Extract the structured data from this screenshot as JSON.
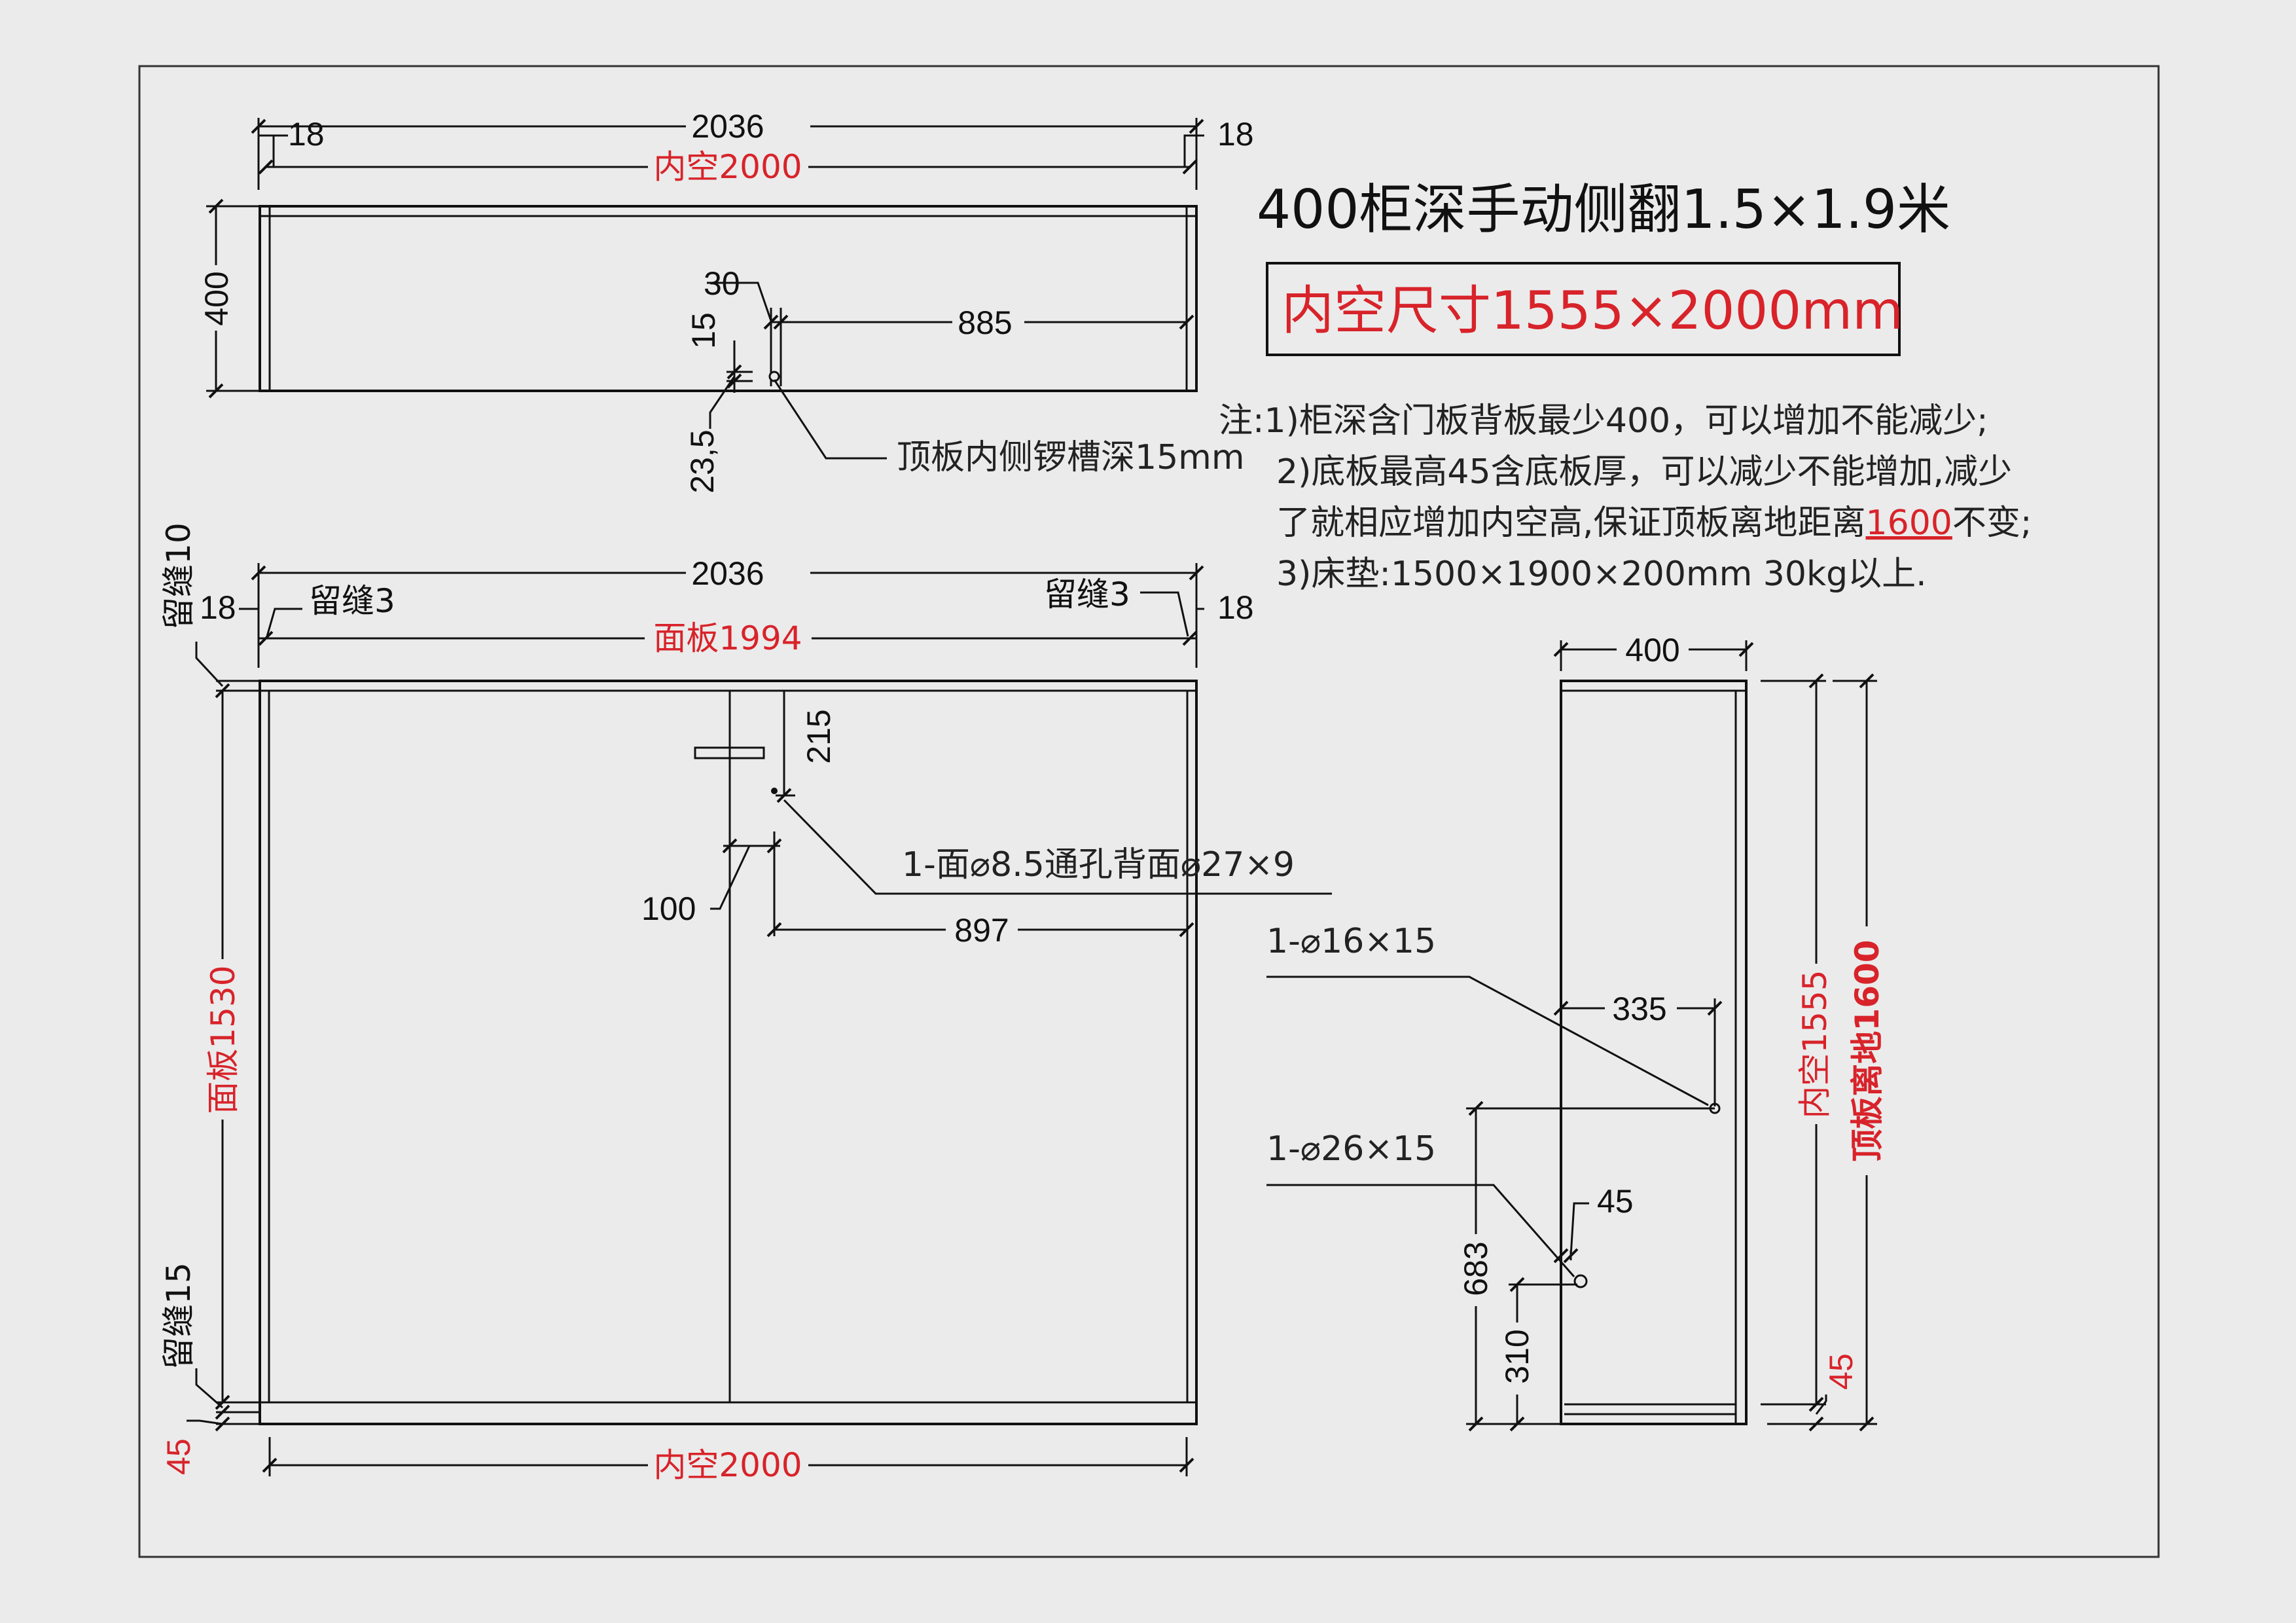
{
  "title": "400柜深手动侧翻1.5×1.9米",
  "subtitle": "内空尺寸1555×2000mm",
  "notes": {
    "line1": "注:1)柜深含门板背板最少400，可以增加不能减少;",
    "line2": "2)底板最高45含底板厚，可以减少不能增加,减少",
    "line3_prefix": "了就相应增加内空高,保证顶板离地距离",
    "line3_highlight": "1600",
    "line3_suffix": "不变;",
    "line4": "3)床垫:1500×1900×200mm   30kg以上."
  },
  "top_view": {
    "total_width": "2036",
    "left_side": "18",
    "right_side": "18",
    "inner_width": "内空2000",
    "depth": "400",
    "dim_30": "30",
    "dim_885": "885",
    "dim_15": "15",
    "dim_23_5": "23,5",
    "groove_note": "顶板内侧锣槽深15mm"
  },
  "front_view": {
    "total_width": "2036",
    "left_side": "18",
    "right_side": "18",
    "gap_top": "留缝10",
    "gap_left": "留缝3",
    "gap_right": "留缝3",
    "panel_width": "面板1994",
    "panel_height": "面板1530",
    "gap_bottom": "留缝15",
    "bottom_45": "45",
    "dim_215": "215",
    "hole_note": "1-面⌀8.5通孔背面⌀27×9",
    "dim_100": "100",
    "dim_897": "897",
    "inner_width": "内空2000"
  },
  "side_view": {
    "depth": "400",
    "hole1_note": "1-⌀16×15",
    "dim_335": "335",
    "hole2_note": "1-⌀26×15",
    "dim_45": "45",
    "dim_683": "683",
    "dim_310": "310",
    "inner_height": "内空1555",
    "top_height": "顶板离地1600",
    "bottom_45": "45"
  },
  "colors": {
    "accent_red": "#d8232a",
    "line": "#111111",
    "background": "#ebebeb",
    "sheet": "#ebebeb"
  }
}
